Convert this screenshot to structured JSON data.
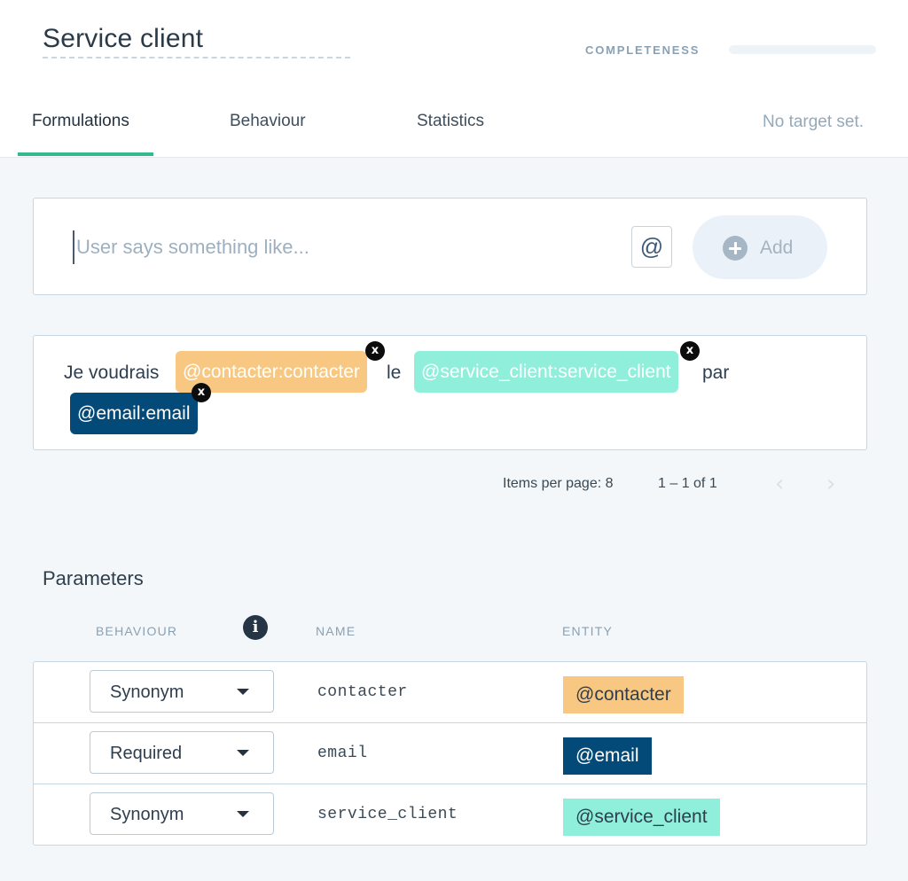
{
  "header": {
    "title": "Service client",
    "completeness_label": "COMPLETENESS",
    "completeness_percent": 0,
    "tabs": [
      {
        "label": "Formulations",
        "active": true
      },
      {
        "label": "Behaviour",
        "active": false
      },
      {
        "label": "Statistics",
        "active": false
      }
    ],
    "target_status": "No target set."
  },
  "composer": {
    "placeholder": "User says something like...",
    "value": "",
    "at_label": "@",
    "add_label": "Add",
    "add_icon": "plus-circle-icon"
  },
  "formulation": {
    "words": [
      "Je voudrais",
      "le",
      "par"
    ],
    "chips": [
      {
        "text": "@contacter:contacter",
        "color": "#f8c883"
      },
      {
        "text": "@service_client:service_client",
        "color": "#90efdb"
      },
      {
        "text": "@email:email",
        "color": "#044a78"
      }
    ],
    "close_label": "x"
  },
  "pagination": {
    "items_per_page": "Items per page: 8",
    "range": "1 – 1 of 1",
    "prev_icon": "chevron-left-icon",
    "next_icon": "chevron-right-icon"
  },
  "parameters": {
    "title": "Parameters",
    "columns": {
      "behaviour": "BEHAVIOUR",
      "name": "NAME",
      "entity": "ENTITY"
    },
    "info_icon": "info-icon",
    "rows": [
      {
        "behaviour": "Synonym",
        "name": "contacter",
        "entity": "@contacter",
        "entity_color": "#f8c883"
      },
      {
        "behaviour": "Required",
        "name": "email",
        "entity": "@email",
        "entity_color": "#044a78"
      },
      {
        "behaviour": "Synonym",
        "name": "service_client",
        "entity": "@service_client",
        "entity_color": "#90efdb"
      }
    ]
  },
  "colors": {
    "accent": "#34b98a",
    "background": "#f3f7fa",
    "border": "#c5d7e4"
  }
}
